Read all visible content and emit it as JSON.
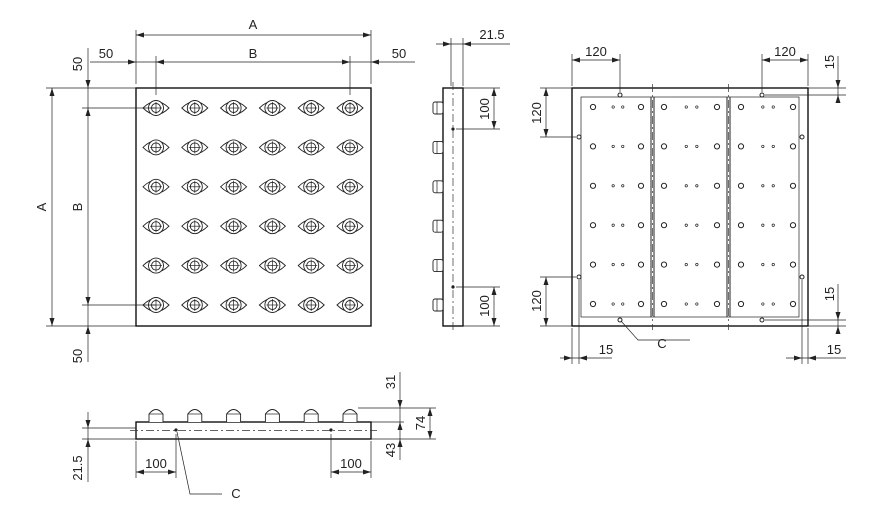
{
  "labels": {
    "a": "A",
    "b": "B",
    "c": "C",
    "d50": "50",
    "d21_5": "21.5",
    "d100": "100",
    "d120": "120",
    "d15": "15",
    "d31": "31",
    "d74": "74",
    "d43": "43"
  },
  "grid": {
    "rows": 6,
    "cols": 6
  }
}
